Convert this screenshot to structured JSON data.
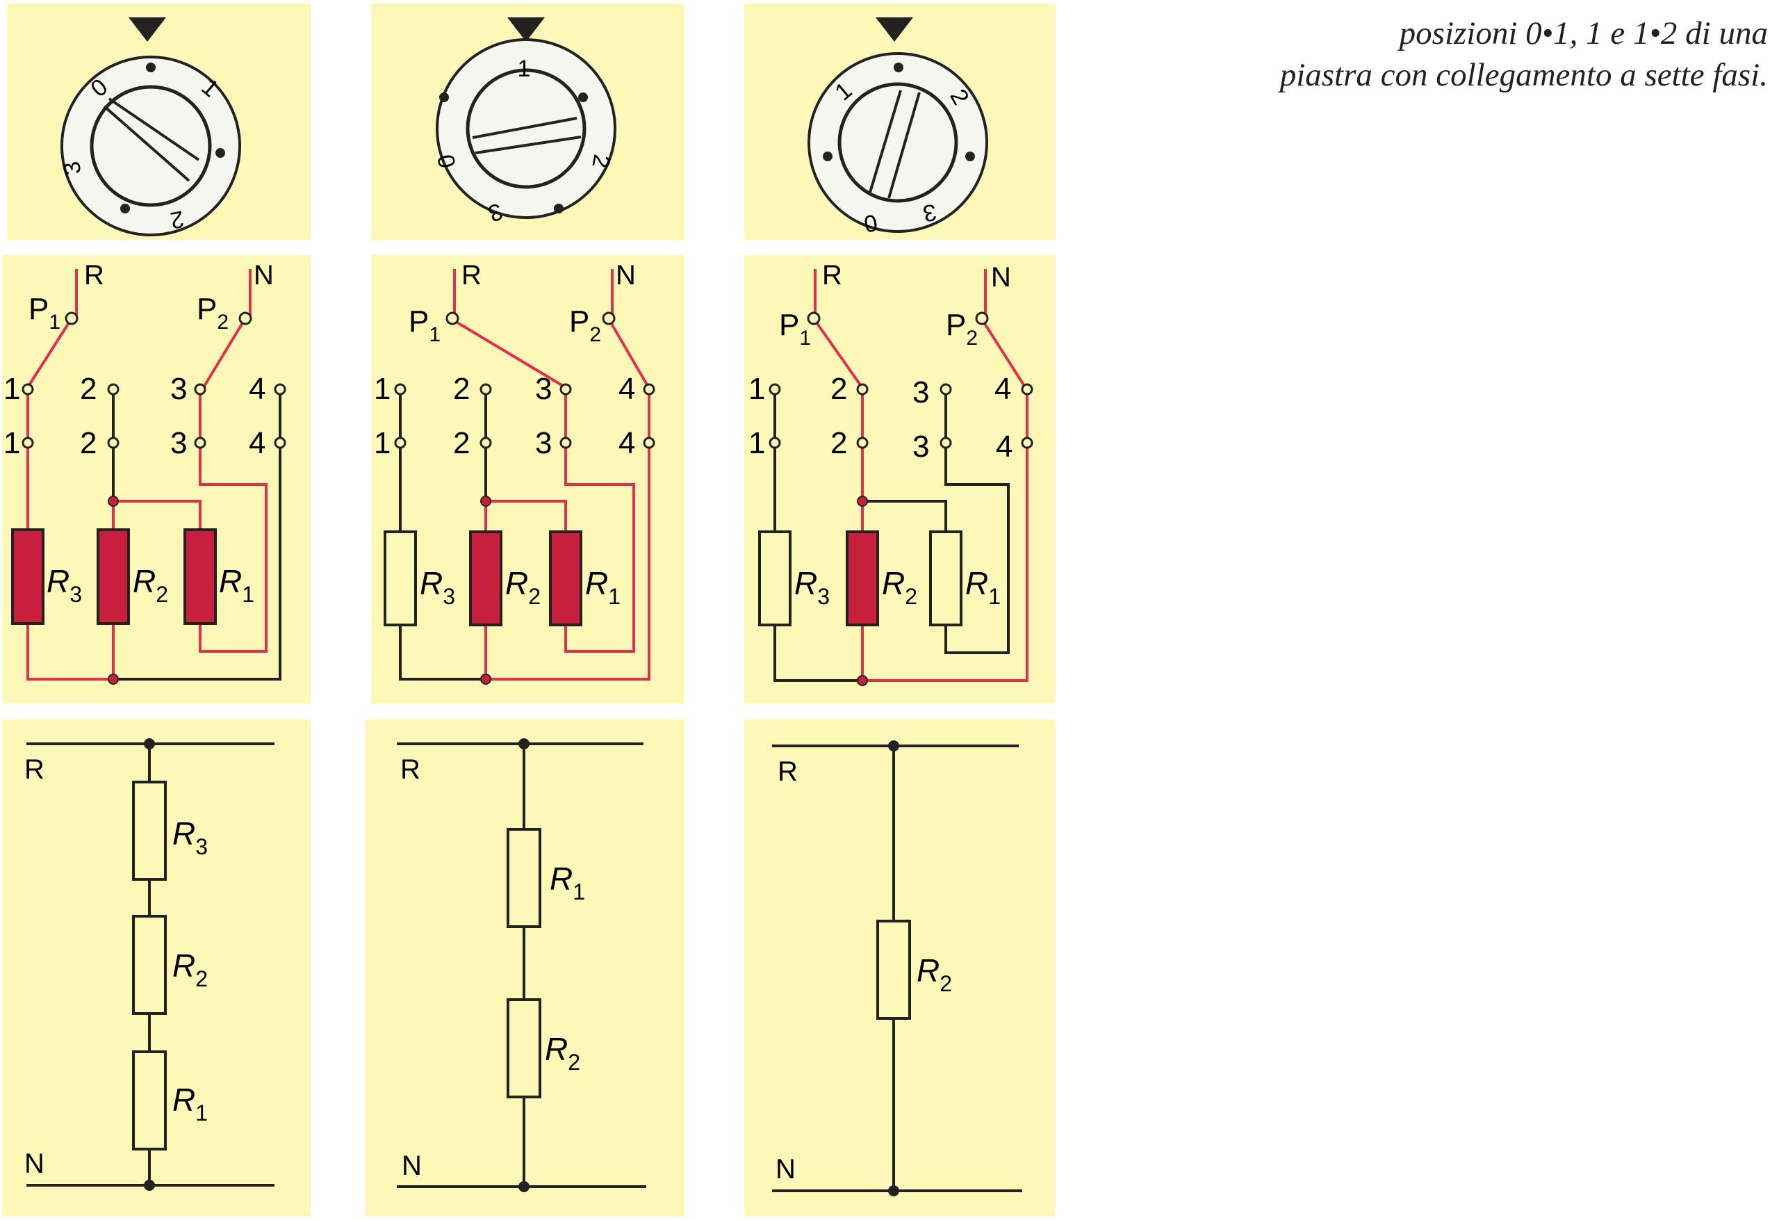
{
  "caption": {
    "line1": "posizioni 0•1, 1 e 1•2 di una",
    "line2": "piastra con collegamento a sette fasi."
  },
  "colors": {
    "panel": "#fdf7b8",
    "active_wire": "#e0304a",
    "heater_fill": "#c8203c",
    "wire": "#222222",
    "knob_face": "#f6f6f0"
  },
  "labels": {
    "R": "R",
    "N": "N",
    "P": "P",
    "sub1": "1",
    "sub2": "2",
    "sub3": "3",
    "t1": "1",
    "t2": "2",
    "t3": "3",
    "t4": "4"
  },
  "knobs": [
    {
      "id": "pos-0-1",
      "digits": [
        "0",
        "1",
        "2",
        "3"
      ]
    },
    {
      "id": "pos-1",
      "digits": [
        "1",
        "2",
        "3",
        "0"
      ]
    },
    {
      "id": "pos-1-2",
      "digits": [
        "1",
        "2",
        "3",
        "0"
      ]
    }
  ],
  "columns": [
    {
      "position": "0•1",
      "heated": [
        "R3",
        "R2",
        "R1"
      ],
      "series_resistors": [
        "R3",
        "R2",
        "R1"
      ]
    },
    {
      "position": "1",
      "heated": [
        "R2",
        "R1"
      ],
      "series_resistors": [
        "R1",
        "R2"
      ]
    },
    {
      "position": "1•2",
      "heated": [
        "R2"
      ],
      "series_resistors": [
        "R2"
      ]
    }
  ]
}
